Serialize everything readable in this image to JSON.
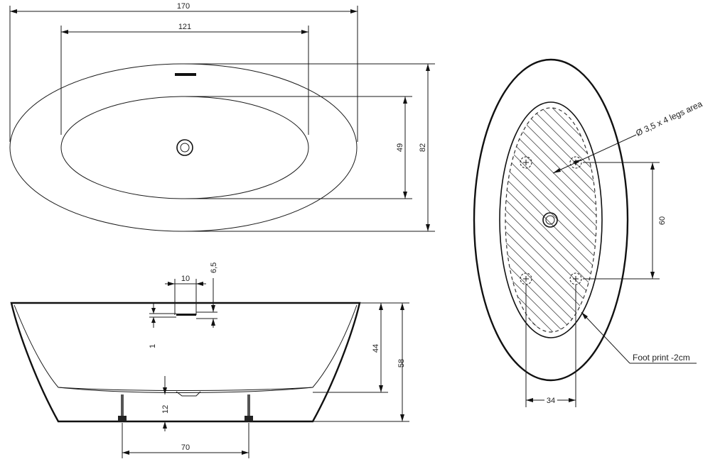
{
  "top_view": {
    "overall_length": "170",
    "inner_length": "121",
    "inner_width": "49",
    "overall_width": "82"
  },
  "bottom_view": {
    "legs_note": "Ø 3,5 x 4 legs area",
    "legs_spacing_length": "60",
    "legs_spacing_width": "34",
    "footprint_note": "Foot print -2cm"
  },
  "side_view": {
    "overflow_width": "10",
    "overflow_height": "6,5",
    "overflow_offset": "1",
    "inner_depth": "44",
    "overall_height": "58",
    "floor_clearance": "12",
    "legs_spacing": "70"
  }
}
